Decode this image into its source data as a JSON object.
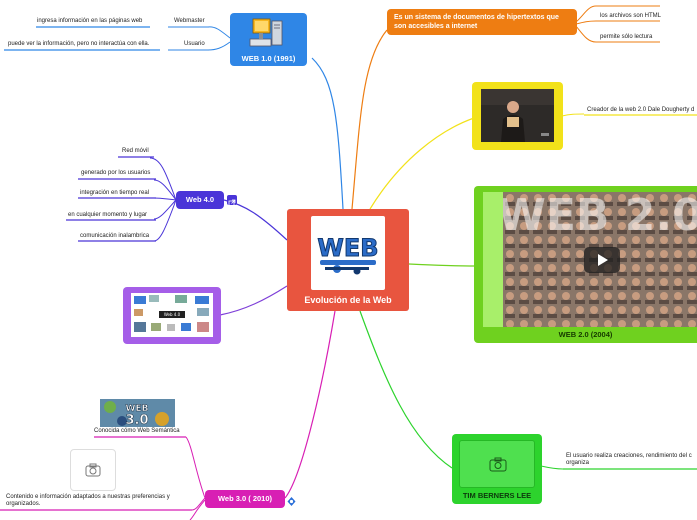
{
  "center": {
    "title": "Evolución de la Web",
    "logo_text": "WEB"
  },
  "web10": {
    "title": "WEB 1.0 (1991)",
    "children": [
      {
        "label": "Webmaster",
        "detail": "ingresa información en las páginas web"
      },
      {
        "label": "Usuario",
        "detail": "puede ver la información, pero no interactúa con ella."
      }
    ]
  },
  "def": {
    "title": "Es un sistema de documentos de hipertextos que son accesibles a internet",
    "children": [
      "los archivos son HTML",
      "permite sólo lectura"
    ]
  },
  "creator": {
    "label": "Creador de la web 2.0 Dale Dougherty d"
  },
  "web20": {
    "title": "WEB 2.0 (2004)",
    "banner_text": "WEB 2.0"
  },
  "web40": {
    "title": "Web 4.0",
    "children": [
      "Red  móvil",
      "generado por los usuarios",
      "integración en tiempo real",
      "en cualquier momento y lugar",
      "comunicación inalambrica"
    ],
    "thumb_caption": "Web 4.0"
  },
  "web30": {
    "title": "Web 3.0 ( 2010)",
    "logo_line1": "WEB",
    "logo_line2": "3.0",
    "children": [
      "Conocida cómo Web Semántica",
      "Contenido e información adaptados a nuestras preferencias y organizados."
    ]
  },
  "tim": {
    "title": "TIM BERNERS LEE",
    "detail_line1": "El usuario realiza creaciones, rendimiento del c",
    "detail_line2": "organiza"
  },
  "colors": {
    "center": "#e8553f",
    "web10": "#2f86e6",
    "def": "#ee7d12",
    "creator": "#f2e21a",
    "web20": "#6fd11f",
    "web40": "#4a35d8",
    "web30": "#d81fb4",
    "tim": "#2dd32d"
  }
}
